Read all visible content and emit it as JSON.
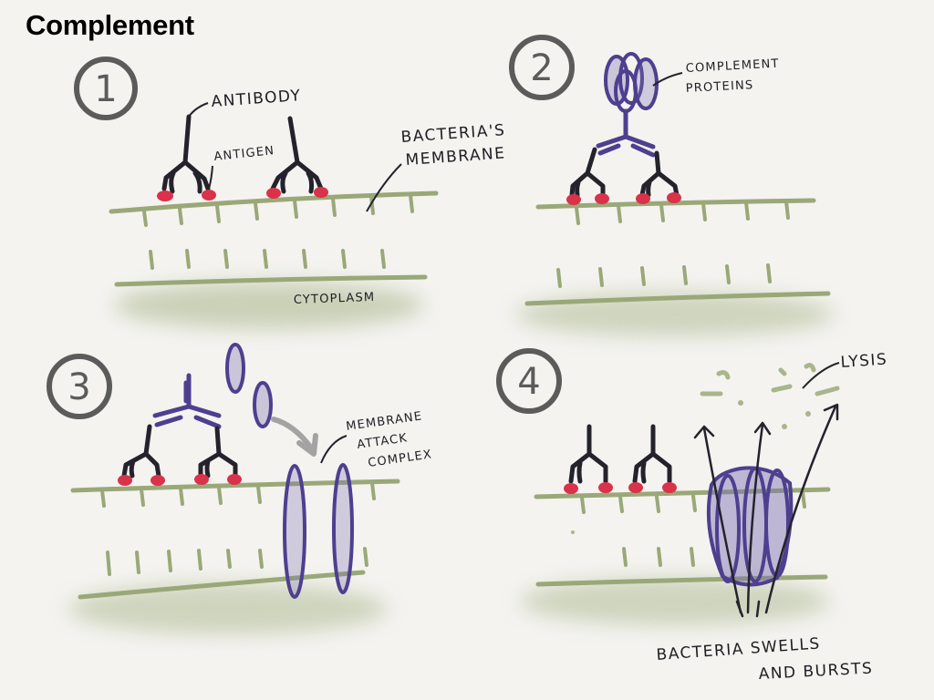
{
  "title": "Complement",
  "steps": [
    {
      "number": "1"
    },
    {
      "number": "2"
    },
    {
      "number": "3"
    },
    {
      "number": "4"
    }
  ],
  "labels": {
    "antibody": "ANTIBODY",
    "antigen": "ANTIGEN",
    "membrane_line1": "BACTERIA'S",
    "membrane_line2": "MEMBRANE",
    "cytoplasm": "CYTOPLASM",
    "complement_line1": "COMPLEMENT",
    "complement_line2": "PROTEINS",
    "mac_line1": "MEMBRANE",
    "mac_line2": "ATTACK",
    "mac_line3": "COMPLEX",
    "lysis": "LYSIS",
    "swells_line1": "BACTERIA SWELLS",
    "swells_line2": "AND BURSTS"
  },
  "colors": {
    "background": "#f4f3f0",
    "membrane": "#9aa878",
    "cytoplasm": "#a9b58a",
    "antibody": "#24232c",
    "antigen": "#d9324a",
    "complement": "#4e3f8f",
    "complement_fill": "#7a6fb0",
    "circle": "#5b5b5b"
  }
}
